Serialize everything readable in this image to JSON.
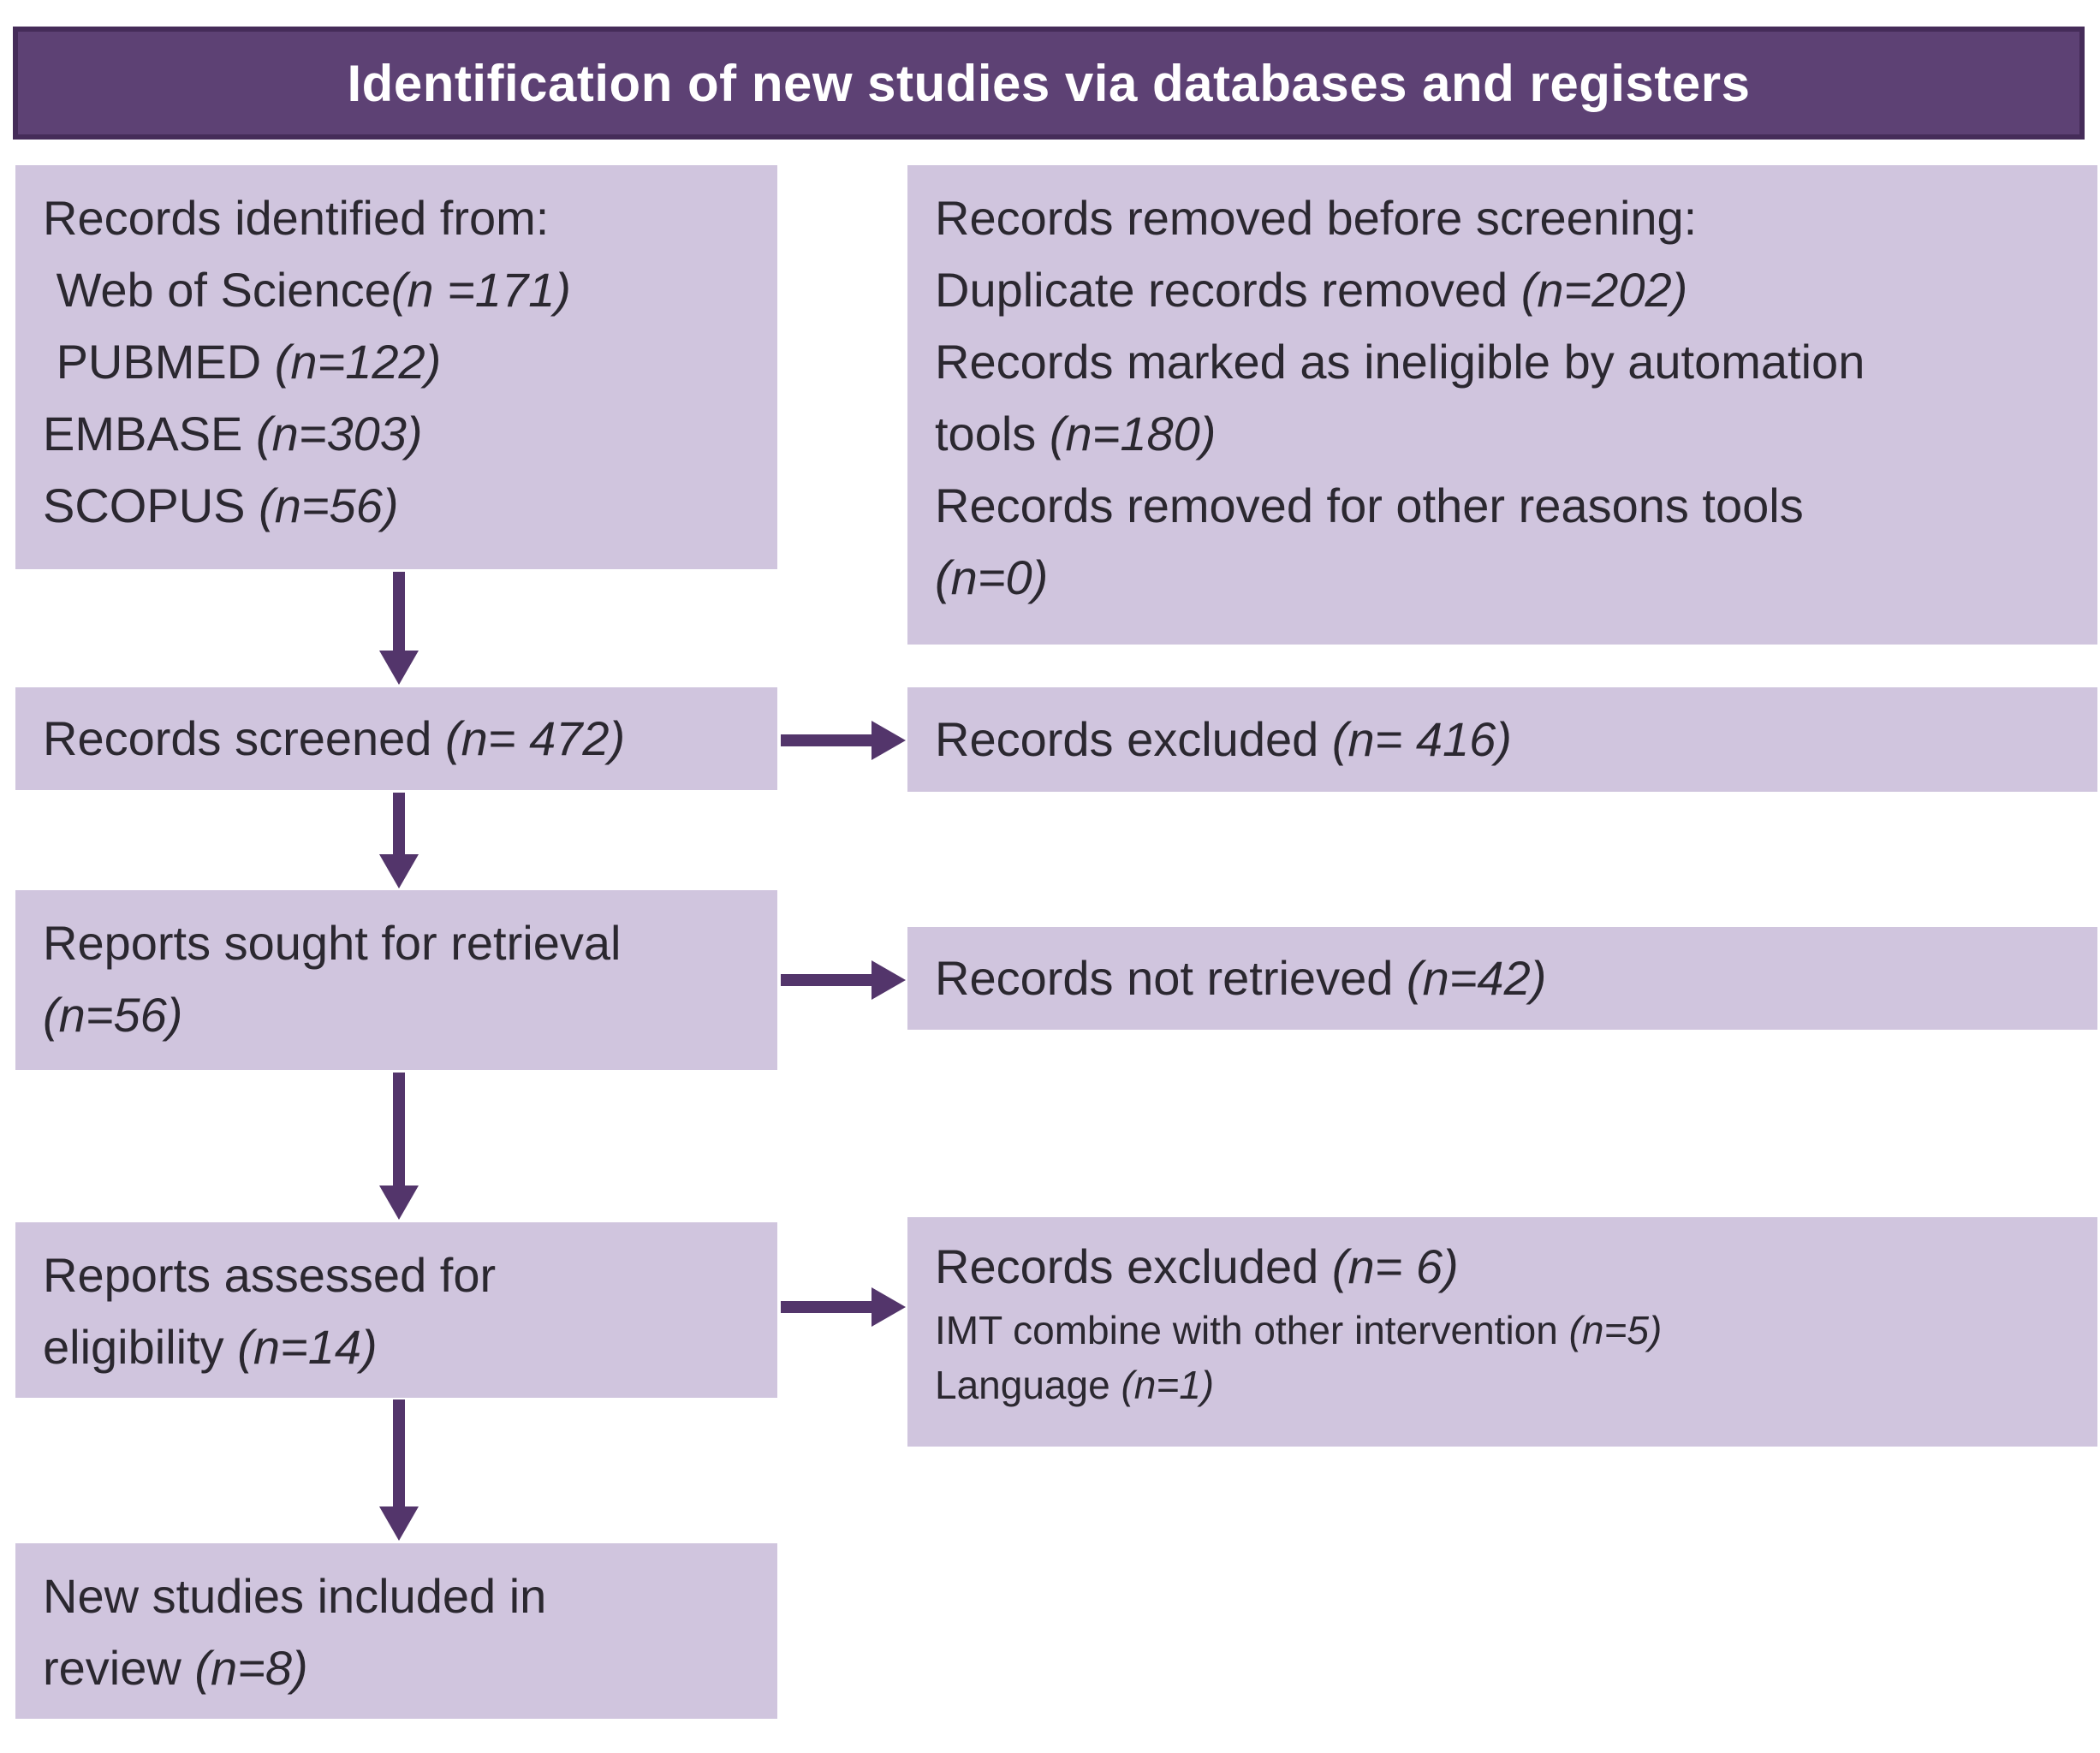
{
  "title": "Identification of new studies via databases and registers",
  "colors": {
    "header_bg": "#5d4174",
    "header_border": "#452c59",
    "box_bg": "#d0c5de",
    "arrow": "#53356b",
    "text": "#2b2830"
  },
  "boxes": {
    "identified": {
      "lines": [
        {
          "seg": [
            {
              "t": "Records identified from:"
            }
          ]
        },
        {
          "seg": [
            {
              "t": " Web of Science"
            },
            {
              "t": "(n =171)",
              "i": true
            }
          ]
        },
        {
          "seg": [
            {
              "t": " PUBMED "
            },
            {
              "t": "(n=122)",
              "i": true
            }
          ]
        },
        {
          "seg": [
            {
              "t": "EMBASE "
            },
            {
              "t": "(n=303)",
              "i": true
            }
          ]
        },
        {
          "seg": [
            {
              "t": "SCOPUS "
            },
            {
              "t": "(n=56)",
              "i": true
            }
          ]
        }
      ]
    },
    "removed_before_screening": {
      "lines": [
        {
          "seg": [
            {
              "t": "Records removed before screening:"
            }
          ]
        },
        {
          "seg": [
            {
              "t": "Duplicate records removed "
            },
            {
              "t": "(n=202)",
              "i": true
            }
          ]
        },
        {
          "seg": [
            {
              "t": "Records marked as ineligible by automation"
            }
          ]
        },
        {
          "seg": [
            {
              "t": "tools "
            },
            {
              "t": "(n=180)",
              "i": true
            }
          ]
        },
        {
          "seg": [
            {
              "t": "Records removed for other reasons tools"
            }
          ]
        },
        {
          "seg": [
            {
              "t": "(n=0)",
              "i": true
            }
          ]
        }
      ]
    },
    "screened": {
      "lines": [
        {
          "seg": [
            {
              "t": "Records screened "
            },
            {
              "t": "(n= 472)",
              "i": true
            }
          ]
        }
      ]
    },
    "records_excluded": {
      "lines": [
        {
          "seg": [
            {
              "t": "Records excluded "
            },
            {
              "t": "(n= 416)",
              "i": true
            }
          ]
        }
      ]
    },
    "sought_for_retrieval": {
      "lines": [
        {
          "seg": [
            {
              "t": "Reports sought for retrieval"
            }
          ]
        },
        {
          "seg": [
            {
              "t": "(n=56)",
              "i": true
            }
          ]
        }
      ]
    },
    "not_retrieved": {
      "lines": [
        {
          "seg": [
            {
              "t": "Records not retrieved "
            },
            {
              "t": "(n=42)",
              "i": true
            }
          ]
        }
      ]
    },
    "assessed_for_eligibility": {
      "lines": [
        {
          "seg": [
            {
              "t": "Reports assessed for"
            }
          ]
        },
        {
          "seg": [
            {
              "t": "eligibility "
            },
            {
              "t": "(n=14)",
              "i": true
            }
          ]
        }
      ]
    },
    "excluded_after_eligibility": {
      "lines": [
        {
          "seg": [
            {
              "t": "Records excluded "
            },
            {
              "t": "(n= 6)",
              "i": true
            }
          ]
        },
        {
          "small": true,
          "seg": [
            {
              "t": "IMT combine with other intervention "
            },
            {
              "t": "(n=5)",
              "i": true
            }
          ]
        },
        {
          "small": true,
          "seg": [
            {
              "t": "Language "
            },
            {
              "t": "(n=1)",
              "i": true
            }
          ]
        }
      ]
    },
    "included_in_review": {
      "lines": [
        {
          "seg": [
            {
              "t": "New studies included in"
            }
          ]
        },
        {
          "seg": [
            {
              "t": "review "
            },
            {
              "t": "(n=8)",
              "i": true
            }
          ]
        }
      ]
    }
  }
}
